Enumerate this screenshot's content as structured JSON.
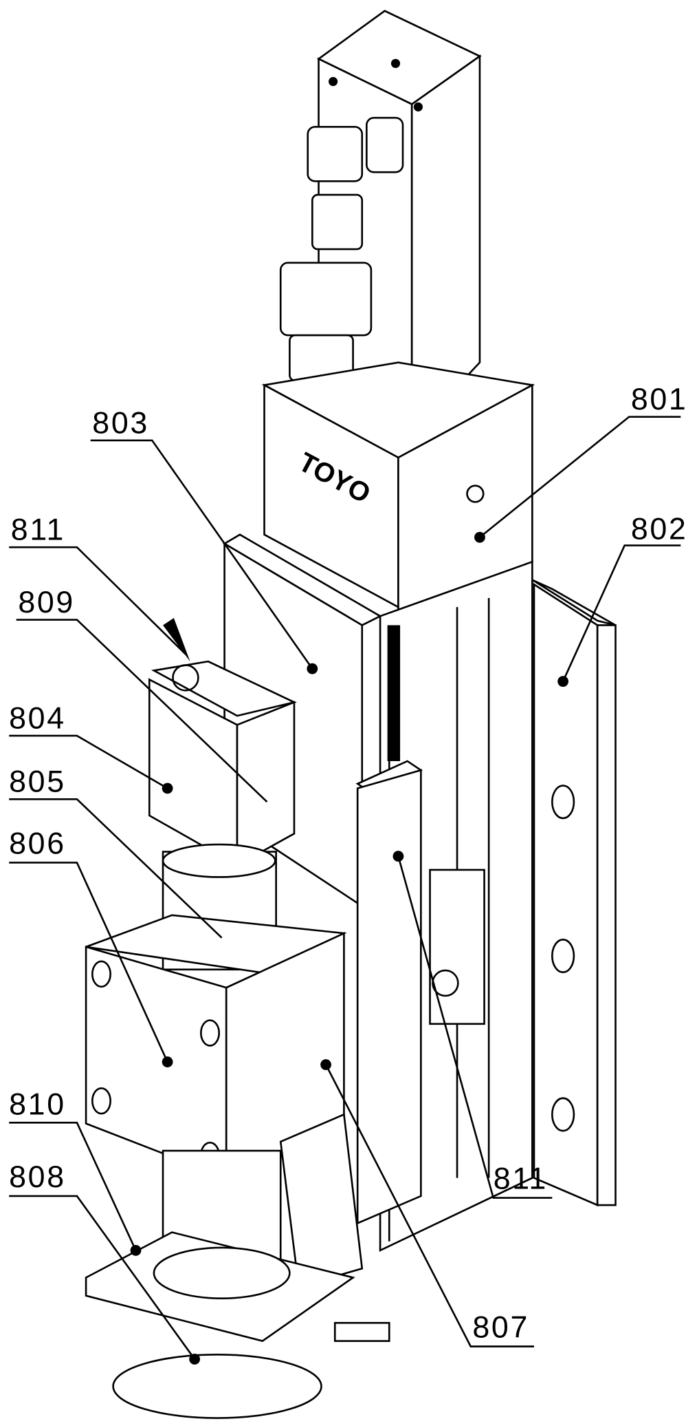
{
  "figure": {
    "brand_mark": "TOYO",
    "labels": {
      "l801": "801",
      "l802": "802",
      "l803": "803",
      "l811_top": "811",
      "l809": "809",
      "l804": "804",
      "l805": "805",
      "l806": "806",
      "l810": "810",
      "l808": "808",
      "l811_bottom": "811",
      "l807": "807"
    }
  }
}
